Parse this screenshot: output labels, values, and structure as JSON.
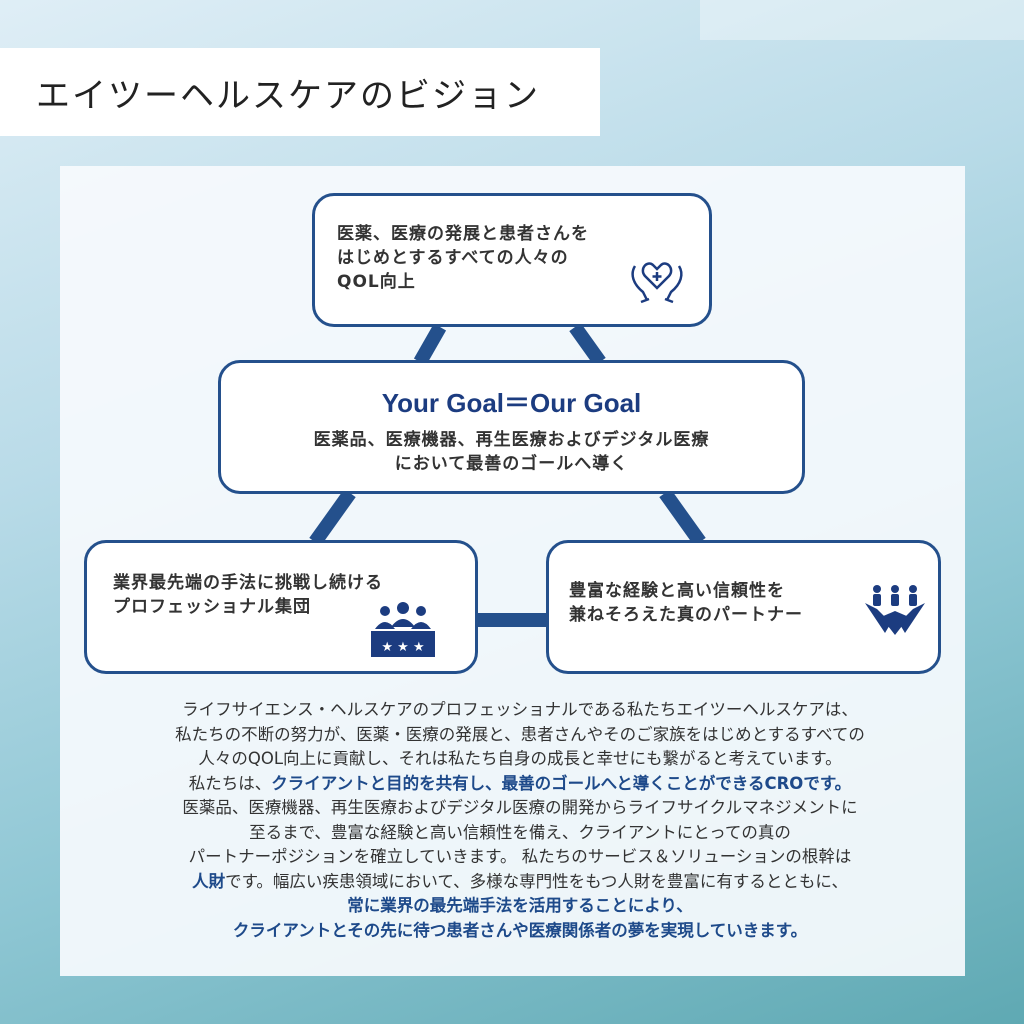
{
  "title": "エイツーヘルスケアのビジョン",
  "top_box": {
    "lines": [
      "医薬、医療の発展と患者さんを",
      "はじめとするすべての人々の",
      "QOL向上"
    ],
    "icon": "heart-hands-icon"
  },
  "center_box": {
    "heading": "Your Goal＝Our Goal",
    "lines": [
      "医薬品、医療機器、再生医療およびデジタル医療",
      "において最善のゴールへ導く"
    ]
  },
  "left_box": {
    "lines": [
      "業界最先端の手法に挑戦し続ける",
      "プロフェッショナル集団"
    ],
    "icon": "team-stars-icon"
  },
  "right_box": {
    "lines": [
      "豊富な経験と高い信頼性を",
      "兼ねそろえた真のパートナー"
    ],
    "icon": "handshake-team-icon"
  },
  "body": {
    "l1": "ライフサイエンス・ヘルスケアのプロフェッショナルである私たちエイツーヘルスケアは、",
    "l2": "私たちの不断の努力が、医薬・医療の発展と、患者さんやそのご家族をはじめとするすべての",
    "l3": "人々のQOL向上に貢献し、それは私たち自身の成長と幸せにも繋がると考えています。",
    "l4a": "私たちは、",
    "l4b": "クライアントと目的を共有し、最善のゴールへと導くことができるCROです。",
    "l5": "医薬品、医療機器、再生医療およびデジタル医療の開発からライフサイクルマネジメントに",
    "l6": "至るまで、豊富な経験と高い信頼性を備え、クライアントにとっての真の",
    "l7": "パートナーポジションを確立していきます。 私たちのサービス＆ソリューションの根幹は",
    "l8a": "人財",
    "l8b": "です。幅広い疾患領域において、多様な専門性をもつ人財を豊富に有するとともに、",
    "l9": "常に業界の最先端手法を活用することにより、",
    "l10": "クライアントとその先に待つ患者さんや医療関係者の夢を実現していきます。"
  },
  "colors": {
    "accent": "#24508c",
    "heading": "#1c3c80"
  }
}
